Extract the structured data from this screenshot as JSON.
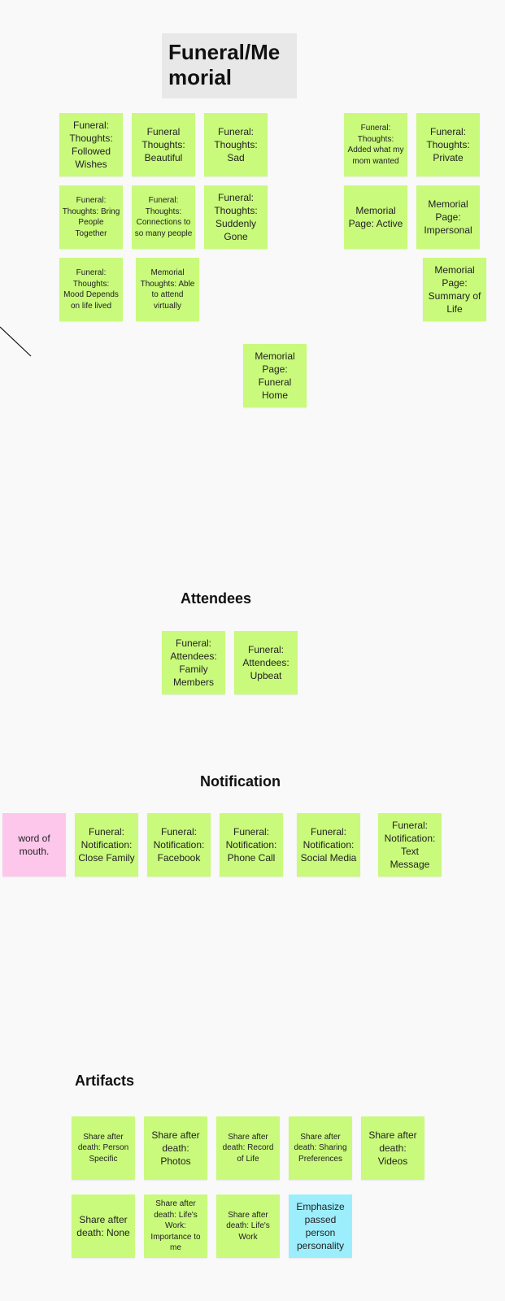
{
  "title": "Funeral/Memorial",
  "colors": {
    "background": "#f9f9f9",
    "green_note": "#c9fa7c",
    "pink_note": "#fdc7ec",
    "blue_note": "#9deefd",
    "title_card": "#e8e8e8"
  },
  "funeral_memorial": {
    "notes": [
      "Funeral: Thoughts: Followed Wishes",
      "Funeral Thoughts: Beautiful",
      "Funeral: Thoughts: Sad",
      "Funeral: Thoughts: Added what my mom wanted",
      "Funeral: Thoughts: Private",
      "Funeral: Thoughts: Bring People Together",
      "Funeral: Thoughts: Connections to so many people",
      "Funeral: Thoughts: Suddenly Gone",
      "Memorial Page: Active",
      "Memorial Page: Impersonal",
      "Funeral: Thoughts: Mood Depends on life lived",
      "Memorial Thoughts: Able to attend virtually",
      "Memorial Page: Summary of Life",
      "Memorial Page: Funeral Home"
    ]
  },
  "attendees": {
    "heading": "Attendees",
    "notes": [
      "Funeral: Attendees: Family Members",
      "Funeral: Attendees: Upbeat"
    ]
  },
  "notification": {
    "heading": "Notification",
    "notes": [
      "word of mouth.",
      "Funeral: Notification: Close Family",
      "Funeral: Notification: Facebook",
      "Funeral: Notification: Phone Call",
      "Funeral: Notification: Social Media",
      "Funeral: Notification: Text Message"
    ]
  },
  "artifacts": {
    "heading": "Artifacts",
    "notes": [
      "Share after death: Person Specific",
      "Share after death: Photos",
      "Share after death: Record of Life",
      "Share after death: Sharing Preferences",
      "Share after death: Videos",
      "Share after death: None",
      "Share after death: Life's Work: Importance to me",
      "Share after death: Life's Work",
      "Emphasize passed person personality"
    ]
  }
}
